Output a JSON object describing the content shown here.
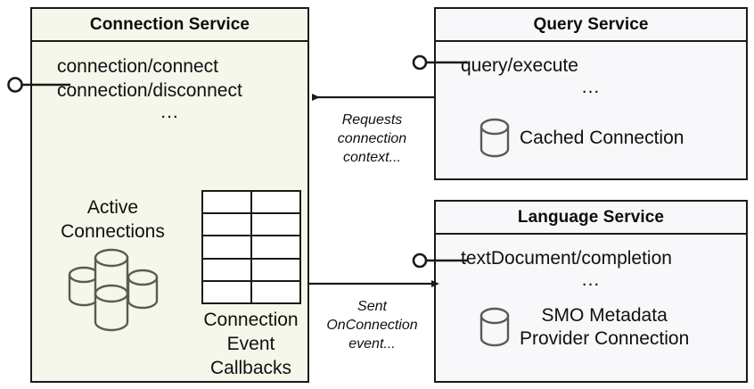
{
  "diagram": {
    "title": "Connection Service component interaction diagram",
    "colors": {
      "connection_service_fill": "#f4f7ea",
      "service_fill": "#f8f8fb",
      "border": "#1a1a1a",
      "cylinder_stroke": "#5a5a55",
      "text": "#101010"
    },
    "components": {
      "connection_service": {
        "title": "Connection Service",
        "operations": [
          "connection/connect",
          "connection/disconnect"
        ],
        "operations_ellipsis": "...",
        "active_connections": {
          "label_line1": "Active",
          "label_line2": "Connections",
          "icon": "database-cylinder-cluster",
          "cylinder_count": 4
        },
        "connection_event_callbacks": {
          "label": "Connection\nEvent\nCallbacks",
          "icon": "grid-table",
          "rows": 5,
          "columns": 2
        }
      },
      "query_service": {
        "title": "Query Service",
        "operations": [
          "query/execute"
        ],
        "operations_ellipsis": "...",
        "artifact": {
          "label": "Cached Connection",
          "icon": "database-cylinder"
        }
      },
      "language_service": {
        "title": "Language Service",
        "operations": [
          "textDocument/completion"
        ],
        "operations_ellipsis": "...",
        "artifact": {
          "label": "SMO Metadata\nProvider Connection",
          "icon": "database-cylinder"
        }
      }
    },
    "interfaces": [
      {
        "name": "connection-service-provided-interface",
        "icon": "lollipop-socket"
      },
      {
        "name": "query-service-provided-interface",
        "icon": "lollipop-socket"
      },
      {
        "name": "language-service-provided-interface",
        "icon": "lollipop-socket"
      }
    ],
    "edges": [
      {
        "name": "query-to-connection",
        "from": "query_service",
        "to": "connection_service",
        "label": "Requests\nconnection\ncontext...",
        "direction": "left"
      },
      {
        "name": "connection-to-language",
        "from": "connection_service",
        "to": "language_service",
        "label": "Sent\nOnConnection\nevent...",
        "direction": "right"
      }
    ]
  }
}
